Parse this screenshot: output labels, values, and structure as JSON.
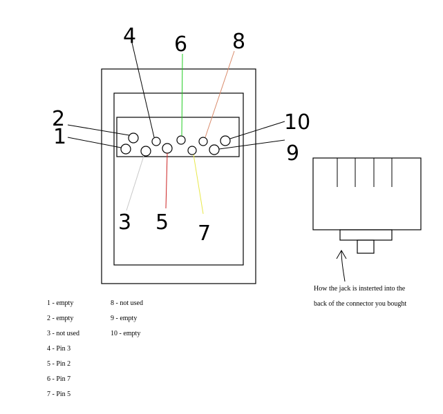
{
  "pin_numbers": {
    "p1": "1",
    "p2": "2",
    "p3": "3",
    "p4": "4",
    "p5": "5",
    "p6": "6",
    "p7": "7",
    "p8": "8",
    "p9": "9",
    "p10": "10"
  },
  "legend": {
    "col1": [
      "1 - empty",
      "2 - empty",
      "3 - not used",
      "4 - Pin 3",
      "5 - Pin 2",
      "6 - Pin 7",
      "7 - Pin 5"
    ],
    "col2": [
      "8 - not used",
      "9 - empty",
      "10 - empty"
    ]
  },
  "caption": {
    "line1": "How the jack is insterted into the",
    "line2": "back of the connector you bought"
  },
  "colors": {
    "outline": "#000000",
    "lead_6": "#22cc22",
    "lead_8": "#d98a6a",
    "lead_3": "#c8c8c8",
    "lead_5": "#cc2222",
    "lead_7": "#e8e84a"
  }
}
